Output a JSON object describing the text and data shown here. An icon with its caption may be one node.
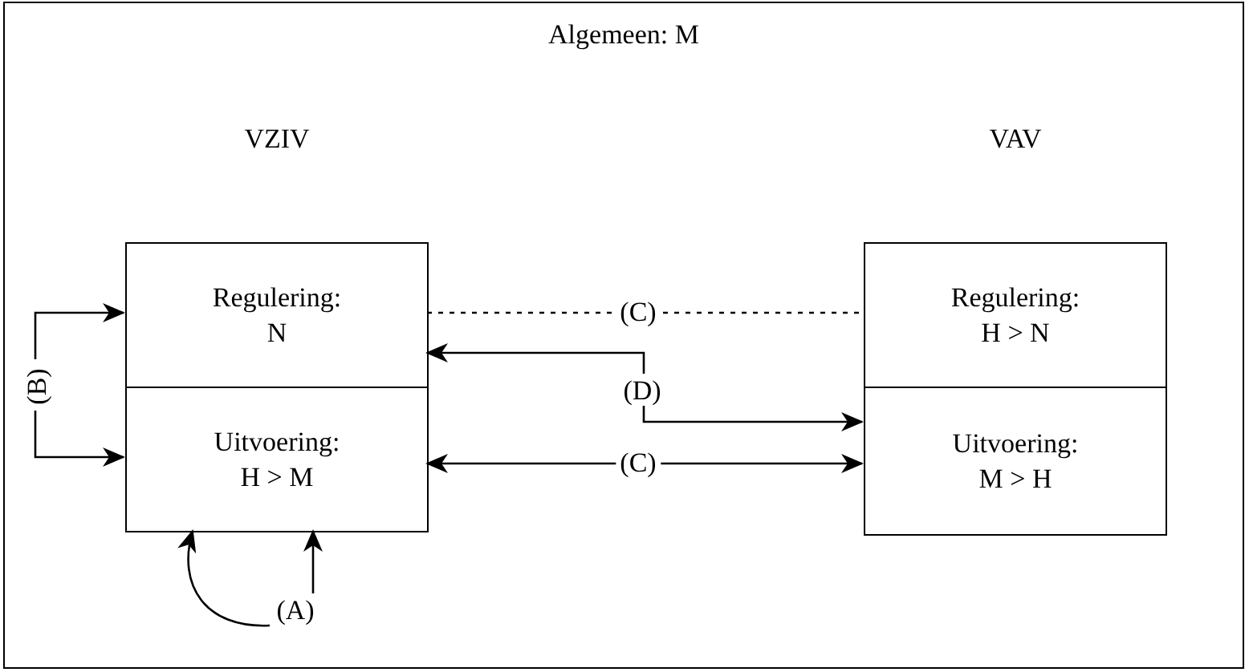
{
  "diagram": {
    "nodes": [
      {
        "text": [
          "Algemeen: M"
        ]
      },
      {
        "text": [
          "VZIV"
        ],
        "in": 0
      },
      {
        "text": [
          "Regulering: N"
        ],
        "in": 1
      },
      {
        "text": [
          "Uitvoering: H > M"
        ],
        "in": 1
      },
      {
        "text": [
          "VAV"
        ],
        "in": 0
      },
      {
        "text": [
          "Regulering: H > N"
        ],
        "in": 4
      },
      {
        "text": [
          "Uitvoering: M > H"
        ],
        "in": 4
      },
      {
        "text": [
          "(D)"
        ],
        "in": 0
      },
      {
        "text": [
          "(B)"
        ],
        "in": 0
      },
      {
        "text": [
          "(A)"
        ],
        "in": 0
      }
    ],
    "edges": [
      {
        "from": 2,
        "to": 5,
        "arrow": "none",
        "style": "dashed",
        "label": "(C)"
      },
      {
        "from": 7,
        "to": 2,
        "arrow": "to"
      },
      {
        "from": 7,
        "to": 6,
        "arrow": "to"
      },
      {
        "from": 3,
        "to": 6,
        "arrow": "both",
        "label": "(C)"
      },
      {
        "from": 8,
        "to": 2,
        "arrow": "to"
      },
      {
        "from": 8,
        "to": 3,
        "arrow": "to"
      },
      {
        "from": 9,
        "to": 3,
        "arrow": "to"
      },
      {
        "from": 9,
        "to": 3,
        "arrow": "to"
      }
    ]
  }
}
